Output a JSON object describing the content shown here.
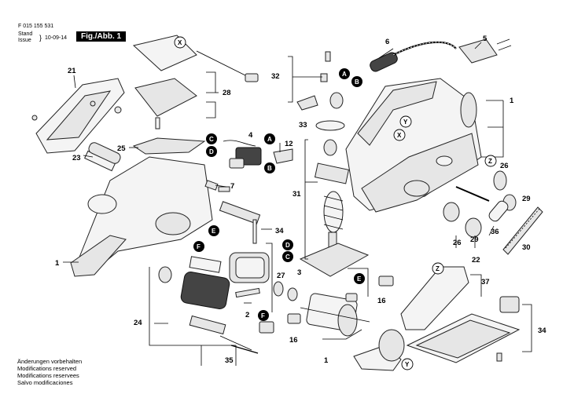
{
  "header": {
    "part_number": "F 015 155 531",
    "stand": "Stand",
    "issue": "Issue",
    "date": "10-09-14",
    "figure": "Fig./Abb. 1"
  },
  "footer": {
    "lines": [
      "Änderungen vorbehalten",
      "Modifications reserved",
      "Modifications reservees",
      "Salvo modificaciones"
    ]
  },
  "callouts": {
    "c1_left": "1",
    "c1_right": "1",
    "c1_bottom": "1",
    "c2": "2",
    "c3": "3",
    "c4": "4",
    "c5": "5",
    "c6": "6",
    "c7": "7",
    "c12": "12",
    "c16_a": "16",
    "c16_b": "16",
    "c21": "21",
    "c22": "22",
    "c23": "23",
    "c24": "24",
    "c25": "25",
    "c26_a": "26",
    "c26_b": "26",
    "c27": "27",
    "c28": "28",
    "c29_a": "29",
    "c29_b": "29",
    "c30": "30",
    "c31": "31",
    "c32": "32",
    "c33": "33",
    "c34_a": "34",
    "c34_b": "34",
    "c35": "35",
    "c36": "36",
    "c37": "37"
  },
  "markers": {
    "A1": "A",
    "B1": "B",
    "A2": "A",
    "B2": "B",
    "C1": "C",
    "D1": "D",
    "C2": "C",
    "D2": "D",
    "E1": "E",
    "F1": "F",
    "E2": "E",
    "F2": "F",
    "X1": "X",
    "X2": "X",
    "Y1": "Y",
    "Y2": "Y",
    "Z1": "Z",
    "Z2": "Z"
  }
}
